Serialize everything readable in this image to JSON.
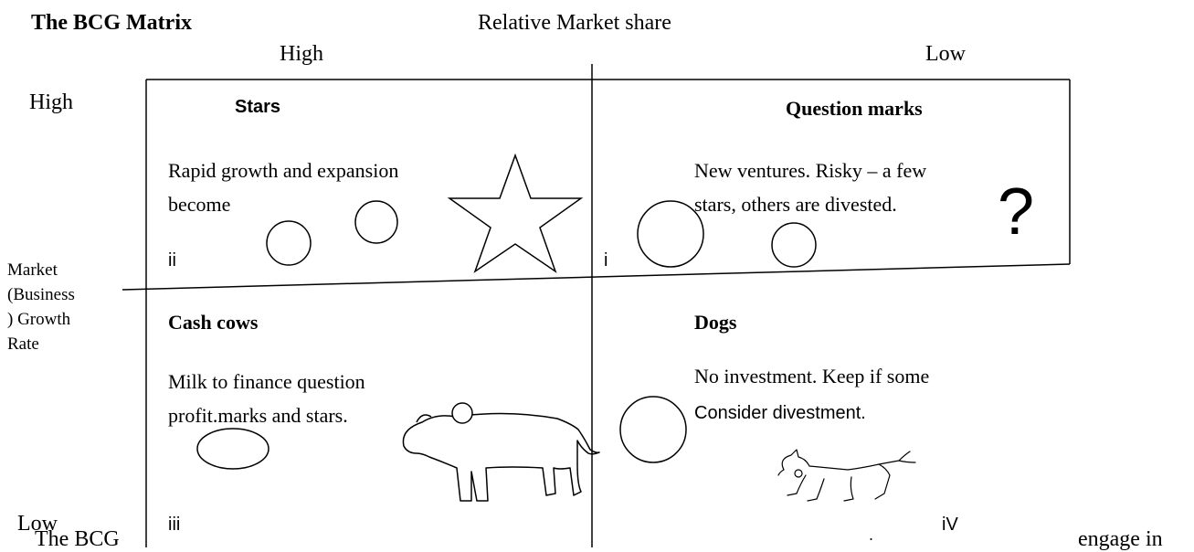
{
  "title": "The BCG Matrix",
  "x_axis": {
    "label": "Relative Market share",
    "high": "High",
    "low": "Low"
  },
  "y_axis": {
    "label_lines": [
      "Market",
      "(Business",
      ") Growth",
      "Rate"
    ],
    "high": "High",
    "low": "Low"
  },
  "quadrants": {
    "stars": {
      "title": "Stars",
      "desc_lines": [
        "Rapid growth and expansion",
        "become"
      ],
      "numeral": "ii",
      "icon": "star-icon"
    },
    "question_marks": {
      "title": "Question marks",
      "desc_lines": [
        "New ventures. Risky – a few",
        "stars, others are divested."
      ],
      "numeral": "i",
      "symbol": "?"
    },
    "cash_cows": {
      "title": "Cash cows",
      "desc_lines": [
        "Milk to finance question",
        "profit.marks and stars."
      ],
      "numeral": "iii",
      "icon": "cow-icon"
    },
    "dogs": {
      "title": "Dogs",
      "desc_lines": [
        "No investment. Keep if some",
        "Consider divestment."
      ],
      "numeral": "iV",
      "dot": ".",
      "icon": "dog-icon"
    }
  },
  "footer": {
    "left": "The BCG",
    "right": "engage in"
  },
  "colors": {
    "line": "#000000",
    "background": "#ffffff"
  }
}
